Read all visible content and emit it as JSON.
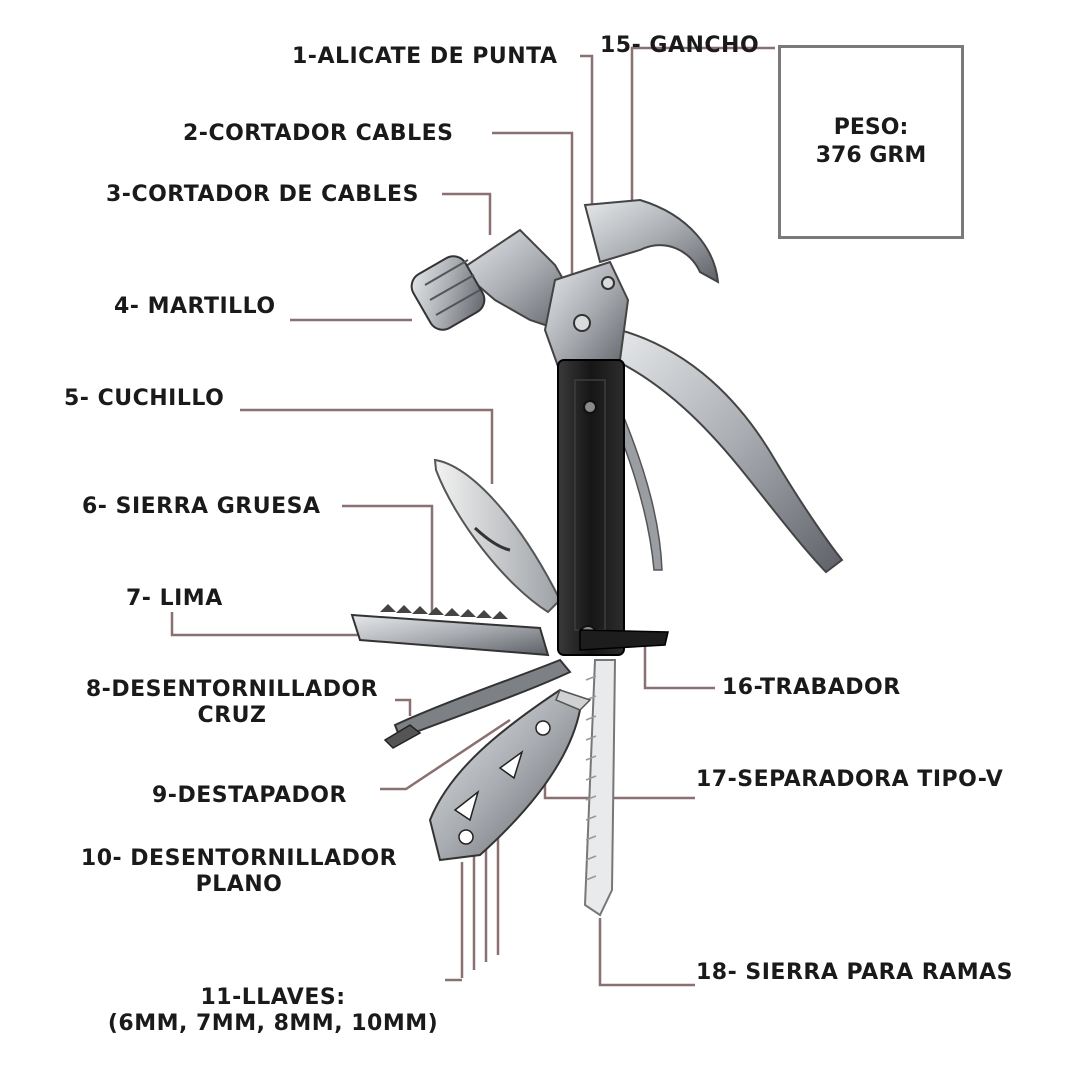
{
  "weight": {
    "label": "PESO:",
    "value": "376 GRM"
  },
  "parts": [
    {
      "text": "1-ALICATE DE PUNTA"
    },
    {
      "text": "2-CORTADOR CABLES"
    },
    {
      "text": "3-CORTADOR DE CABLES"
    },
    {
      "text": "4- MARTILLO"
    },
    {
      "text": "5- CUCHILLO"
    },
    {
      "text": "6- SIERRA GRUESA"
    },
    {
      "text": "7- LIMA"
    },
    {
      "text": "8-DESENTORNILLADOR",
      "text2": "CRUZ"
    },
    {
      "text": "9-DESTAPADOR"
    },
    {
      "text": "10- DESENTORNILLADOR",
      "text2": "PLANO"
    },
    {
      "text": "11-LLAVES:",
      "text2": "(6MM, 7MM, 8MM, 10MM)"
    },
    {
      "text": "15- GANCHO"
    },
    {
      "text": "16-TRABADOR"
    },
    {
      "text": "17-SEPARADORA TIPO-V"
    },
    {
      "text": "18- SIERRA PARA RAMAS"
    }
  ],
  "colors": {
    "leader": "#8a7070",
    "steel": "#b9bcc0",
    "steel_dark": "#6f7378",
    "handle": "#1f1f1f"
  }
}
